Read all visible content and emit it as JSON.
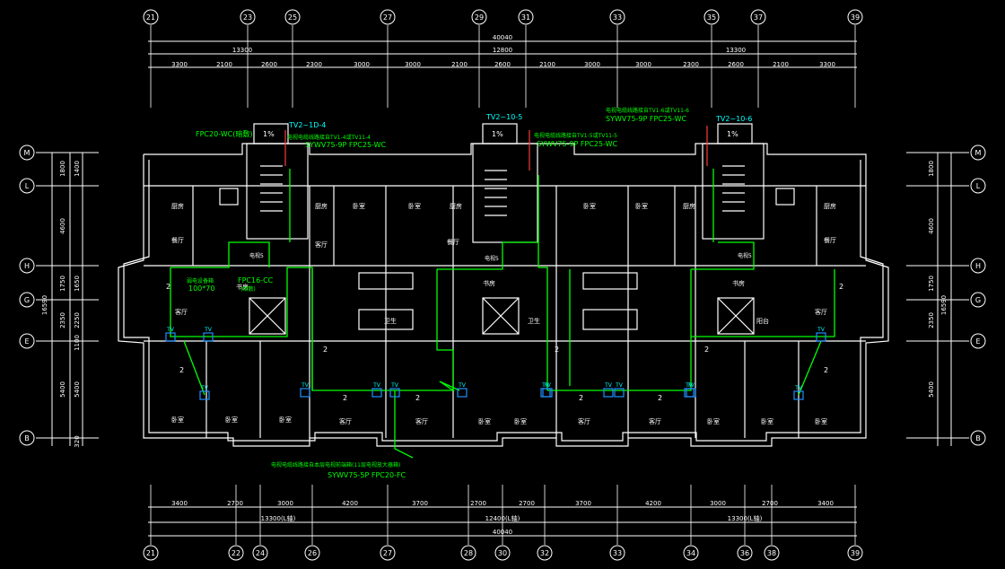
{
  "colors": {
    "background": "#000000",
    "lines": "#ffffff",
    "cable": "#00ff00",
    "label": "#00ffff",
    "riser": "#ff3b3b",
    "device": "#1e90ff"
  },
  "top_axes": [
    "21",
    "23",
    "25",
    "27",
    "29",
    "31",
    "33",
    "35",
    "37",
    "39"
  ],
  "bottom_axes": [
    "21",
    "22",
    "24",
    "26",
    "27",
    "28",
    "30",
    "32",
    "33",
    "34",
    "36",
    "38",
    "39"
  ],
  "left_axes": [
    "M",
    "L",
    "H",
    "G",
    "E",
    "B"
  ],
  "right_axes": [
    "M",
    "L",
    "H",
    "G",
    "E",
    "B"
  ],
  "top_dims": {
    "overall": "40040",
    "middle": "12800",
    "left_half": "13300",
    "right_half": "13300",
    "segments": [
      "3300",
      "2100",
      "2600",
      "2300",
      "3000",
      "3000",
      "2100",
      "2600",
      "2100",
      "3000",
      "3000",
      "2300",
      "2600",
      "2100",
      "3300"
    ]
  },
  "bottom_dims": {
    "overall": "40040",
    "middle": "12400(L轴)",
    "left_half": "13300(L轴)",
    "right_half": "13300(L轴)",
    "segments": [
      "3400",
      "2700",
      "3000",
      "4200",
      "3700",
      "2700",
      "2700",
      "3700",
      "4200",
      "3000",
      "2700",
      "3400"
    ]
  },
  "left_dims": {
    "overall": "16590",
    "segments": [
      "1800",
      "1400",
      "4600",
      "1650",
      "1750",
      "2250",
      "2350",
      "1100",
      "5400",
      "5400",
      "320"
    ]
  },
  "right_dims": {
    "overall": "16590",
    "segments": [
      "1800",
      "4600",
      "1750",
      "2350",
      "5400"
    ]
  },
  "labels": {
    "tv_unit_1": "TV2~1D-4",
    "tv_unit_2": "TV2~10-5",
    "tv_unit_3": "TV2~10-6",
    "riser_note_1": "电视电缆线路接自TV1-4或TV11-4",
    "riser_note_2": "电视电缆线路接自TV1-5或TV11-5",
    "riser_note_3": "电视电缆线路接自TV1-6或TV11-6",
    "cable_spec": "SYWV75-9P FPC25-WC",
    "fpc_1": "FPC20-WC(暗敷)",
    "fpc_2": "FPC16-CC",
    "fpc_2_note": "(暗敷)",
    "box_note": "弱电设备箱",
    "box_size": "100*70",
    "bottom_note": "电视电缆线路接自本层电视前端箱(11层电视放大器箱)",
    "bottom_cable": "SYWV75-5P FPC20-FC",
    "roof_mark": "1%",
    "tv": "TV",
    "count": "2",
    "box_code": "电视5"
  },
  "rooms": {
    "kitchen": "厨房",
    "dining": "餐厅",
    "bedroom": "卧室",
    "living": "客厅",
    "study": "书房",
    "toilet": "卫生",
    "balcony": "阳台"
  }
}
